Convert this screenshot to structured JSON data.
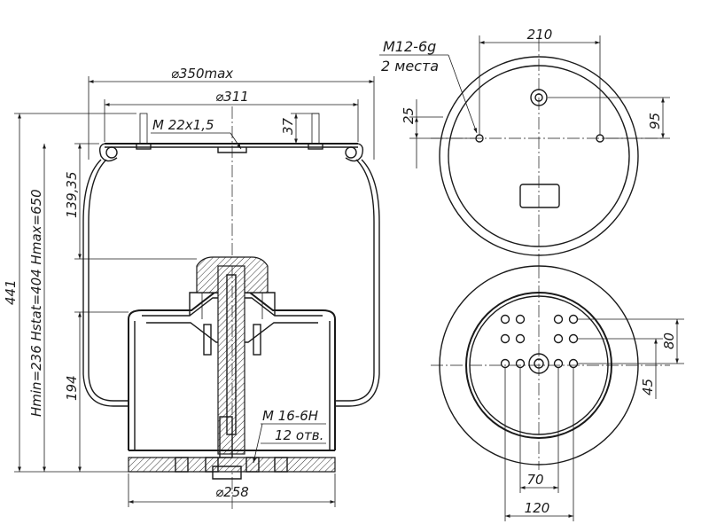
{
  "side_view": {
    "dia_overall": "⌀350max",
    "dia_plate": "⌀311",
    "thread_top": "M 22x1,5",
    "stud_height": "37",
    "bellows_height": "139,35",
    "total_height": "441",
    "heights": "Hmin=236 Hstat=404 Hmax=650",
    "piston_height": "194",
    "thread_bottom": "M 16-6H",
    "thread_bottom_qty": "12 отв.",
    "dia_base": "⌀258"
  },
  "top_view": {
    "stud_spacing": "210",
    "stud_thread": "M12-6g",
    "stud_qty": "2 места",
    "offset_25": "25",
    "offset_95": "95"
  },
  "bottom_view": {
    "hole_pitch_80": "80",
    "hole_offset_45": "45",
    "hole_pitch_70": "70",
    "hole_pitch_120": "120"
  }
}
